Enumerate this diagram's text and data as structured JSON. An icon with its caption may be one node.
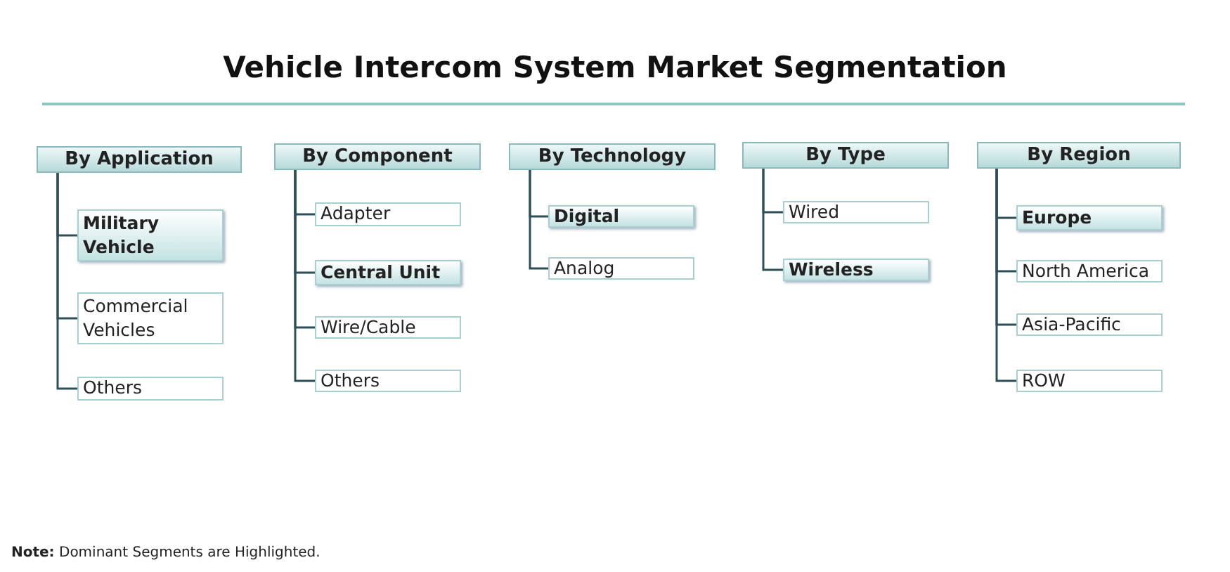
{
  "diagram": {
    "title": "Vehicle Intercom System Market Segmentation",
    "nodes": [
      {
        "text": [
          "By Application"
        ]
      },
      {
        "text": [
          "Military Vehicle"
        ]
      },
      {
        "text": [
          "Commercial Vehicles"
        ]
      },
      {
        "text": [
          "Others"
        ]
      },
      {
        "text": [
          "By Component"
        ]
      },
      {
        "text": [
          "Adapter"
        ]
      },
      {
        "text": [
          "Central Unit"
        ]
      },
      {
        "text": [
          "Wire/Cable"
        ]
      },
      {
        "text": [
          "Others"
        ]
      },
      {
        "text": [
          "By Technology"
        ]
      },
      {
        "text": [
          "Digital"
        ]
      },
      {
        "text": [
          "Analog"
        ]
      },
      {
        "text": [
          "By Type"
        ]
      },
      {
        "text": [
          "Wired"
        ]
      },
      {
        "text": [
          "Wireless"
        ]
      },
      {
        "text": [
          "By Region"
        ]
      },
      {
        "text": [
          "Europe"
        ]
      },
      {
        "text": [
          "North America"
        ]
      },
      {
        "text": [
          "Asia-Pacific"
        ]
      },
      {
        "text": [
          "ROW"
        ]
      }
    ],
    "edges": [
      {
        "from": 0,
        "to": 1,
        "arrow": "none"
      },
      {
        "from": 0,
        "to": 2,
        "arrow": "none"
      },
      {
        "from": 0,
        "to": 3,
        "arrow": "none"
      },
      {
        "from": 4,
        "to": 5,
        "arrow": "none"
      },
      {
        "from": 4,
        "to": 6,
        "arrow": "none"
      },
      {
        "from": 4,
        "to": 7,
        "arrow": "none"
      },
      {
        "from": 4,
        "to": 8,
        "arrow": "none"
      },
      {
        "from": 9,
        "to": 10,
        "arrow": "none"
      },
      {
        "from": 9,
        "to": 11,
        "arrow": "none"
      },
      {
        "from": 12,
        "to": 13,
        "arrow": "none"
      },
      {
        "from": 12,
        "to": 14,
        "arrow": "none"
      },
      {
        "from": 15,
        "to": 16,
        "arrow": "none"
      },
      {
        "from": 15,
        "to": 17,
        "arrow": "none"
      },
      {
        "from": 15,
        "to": 18,
        "arrow": "none"
      },
      {
        "from": 15,
        "to": 19,
        "arrow": "none"
      }
    ],
    "labels": [
      "**Note:** Dominant Segments are Highlighted."
    ]
  }
}
